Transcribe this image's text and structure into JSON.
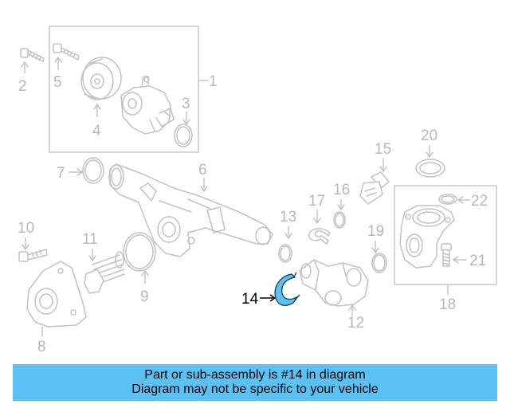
{
  "diagram": {
    "callouts": [
      "1",
      "2",
      "3",
      "4",
      "5",
      "6",
      "7",
      "8",
      "9",
      "10",
      "11",
      "12",
      "13",
      "14",
      "15",
      "16",
      "17",
      "18",
      "19",
      "20",
      "21",
      "22"
    ],
    "highlighted": "14",
    "highlight_color": "#5bc0f2"
  },
  "banner": {
    "line1": "Part or sub-assembly is #14 in diagram",
    "line2": "Diagram may not be specific to your vehicle",
    "background": "#5bc0f2"
  }
}
